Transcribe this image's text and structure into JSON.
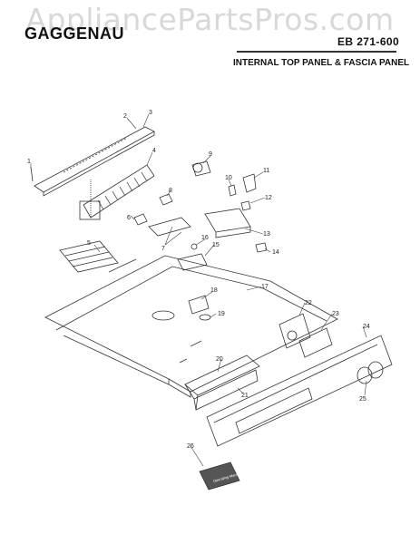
{
  "watermark": "AppliancePartsPros.com",
  "header": {
    "brand": "GAGGENAU",
    "model": "EB 271-600",
    "subtitle": "INTERNAL TOP PANEL & FASCIA PANEL"
  },
  "booklet_text": "Operating Manual",
  "callouts": [
    "1",
    "2",
    "3",
    "4",
    "5",
    "6",
    "7",
    "8",
    "9",
    "10",
    "11",
    "12",
    "13",
    "14",
    "15",
    "16",
    "17",
    "18",
    "19",
    "20",
    "21",
    "22",
    "23",
    "24",
    "25",
    "26"
  ]
}
